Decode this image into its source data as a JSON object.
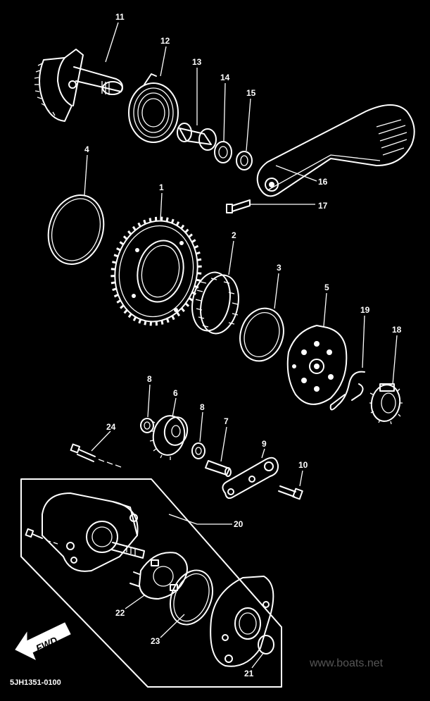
{
  "diagram": {
    "part_numbers": [
      "11",
      "12",
      "13",
      "14",
      "15",
      "4",
      "1",
      "2",
      "3",
      "5",
      "16",
      "17",
      "19",
      "18",
      "8",
      "6",
      "8",
      "7",
      "9",
      "24",
      "10",
      "20",
      "22",
      "23",
      "21"
    ],
    "direction_label": "FWD",
    "drawing_code": "5JH1351-0100",
    "watermark": "www.boats.net"
  }
}
